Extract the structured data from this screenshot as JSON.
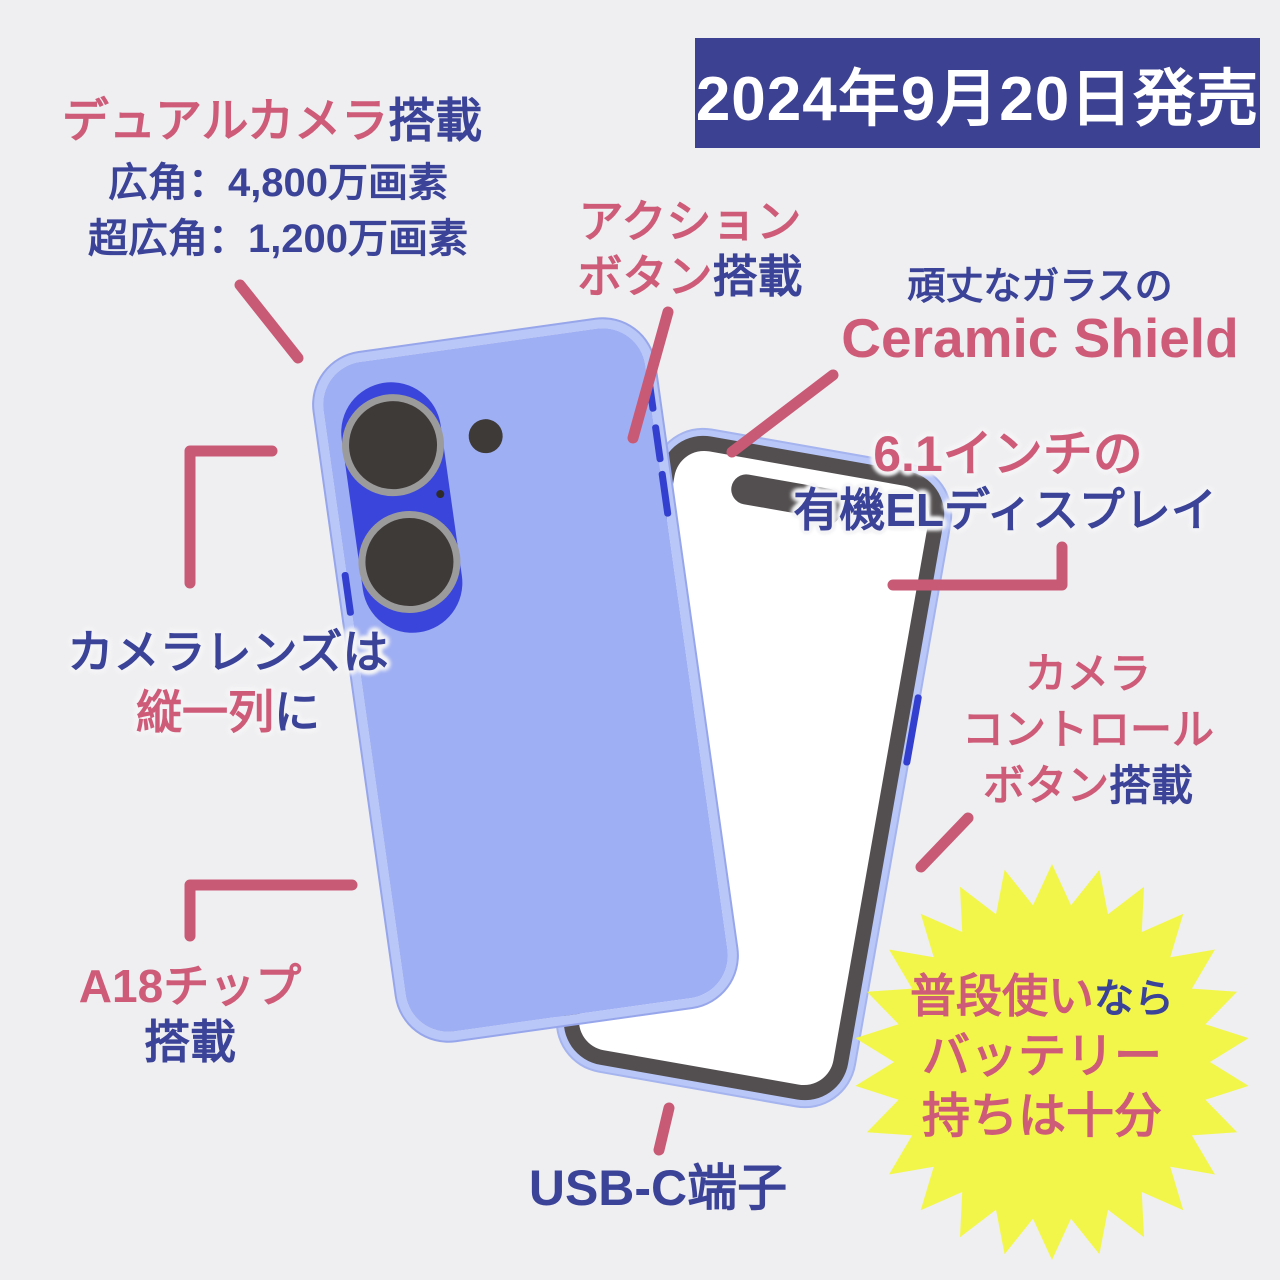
{
  "banner": {
    "release_date": "2024年9月20日発売"
  },
  "colors": {
    "background": "#EFEFF1",
    "banner_bg": "#3D4191",
    "text_blue": "#3B4399",
    "text_pink": "#CE5C79",
    "pointer_pink": "#C95A76",
    "phone_body_blue": "#9FAFF3",
    "phone_rim_blue": "#B8C6F8",
    "camera_module_blue": "#3A46DB",
    "bezel_gray": "#534F50",
    "starburst_yellow": "#F2F64B"
  },
  "callouts": {
    "dual_camera": {
      "title_accent": "デュアルカメラ",
      "title_rest": "搭載",
      "spec_wide": "広角：4,800万画素",
      "spec_ultrawide": "超広角：1,200万画素"
    },
    "action_button": {
      "line1": "アクション",
      "line2_accent": "ボタン",
      "line2_rest": "搭載"
    },
    "ceramic_shield": {
      "line1": "頑丈なガラスの",
      "line2": "Ceramic Shield"
    },
    "display": {
      "line1": "6.1インチの",
      "line2": "有機ELディスプレイ"
    },
    "camera_lens": {
      "line1": "カメラレンズは",
      "line2_accent": "縦一列",
      "line2_rest": "に"
    },
    "camera_control": {
      "line1": "カメラ",
      "line2": "コントロール",
      "line3_accent": "ボタン",
      "line3_rest": "搭載"
    },
    "a18_chip": {
      "line1": "A18チップ",
      "line2": "搭載"
    },
    "usb_c": {
      "label": "USB-C端子"
    },
    "battery": {
      "line1_accent": "普段使い",
      "line1_rest": "なら",
      "line2": "バッテリー",
      "line3": "持ちは十分"
    }
  }
}
